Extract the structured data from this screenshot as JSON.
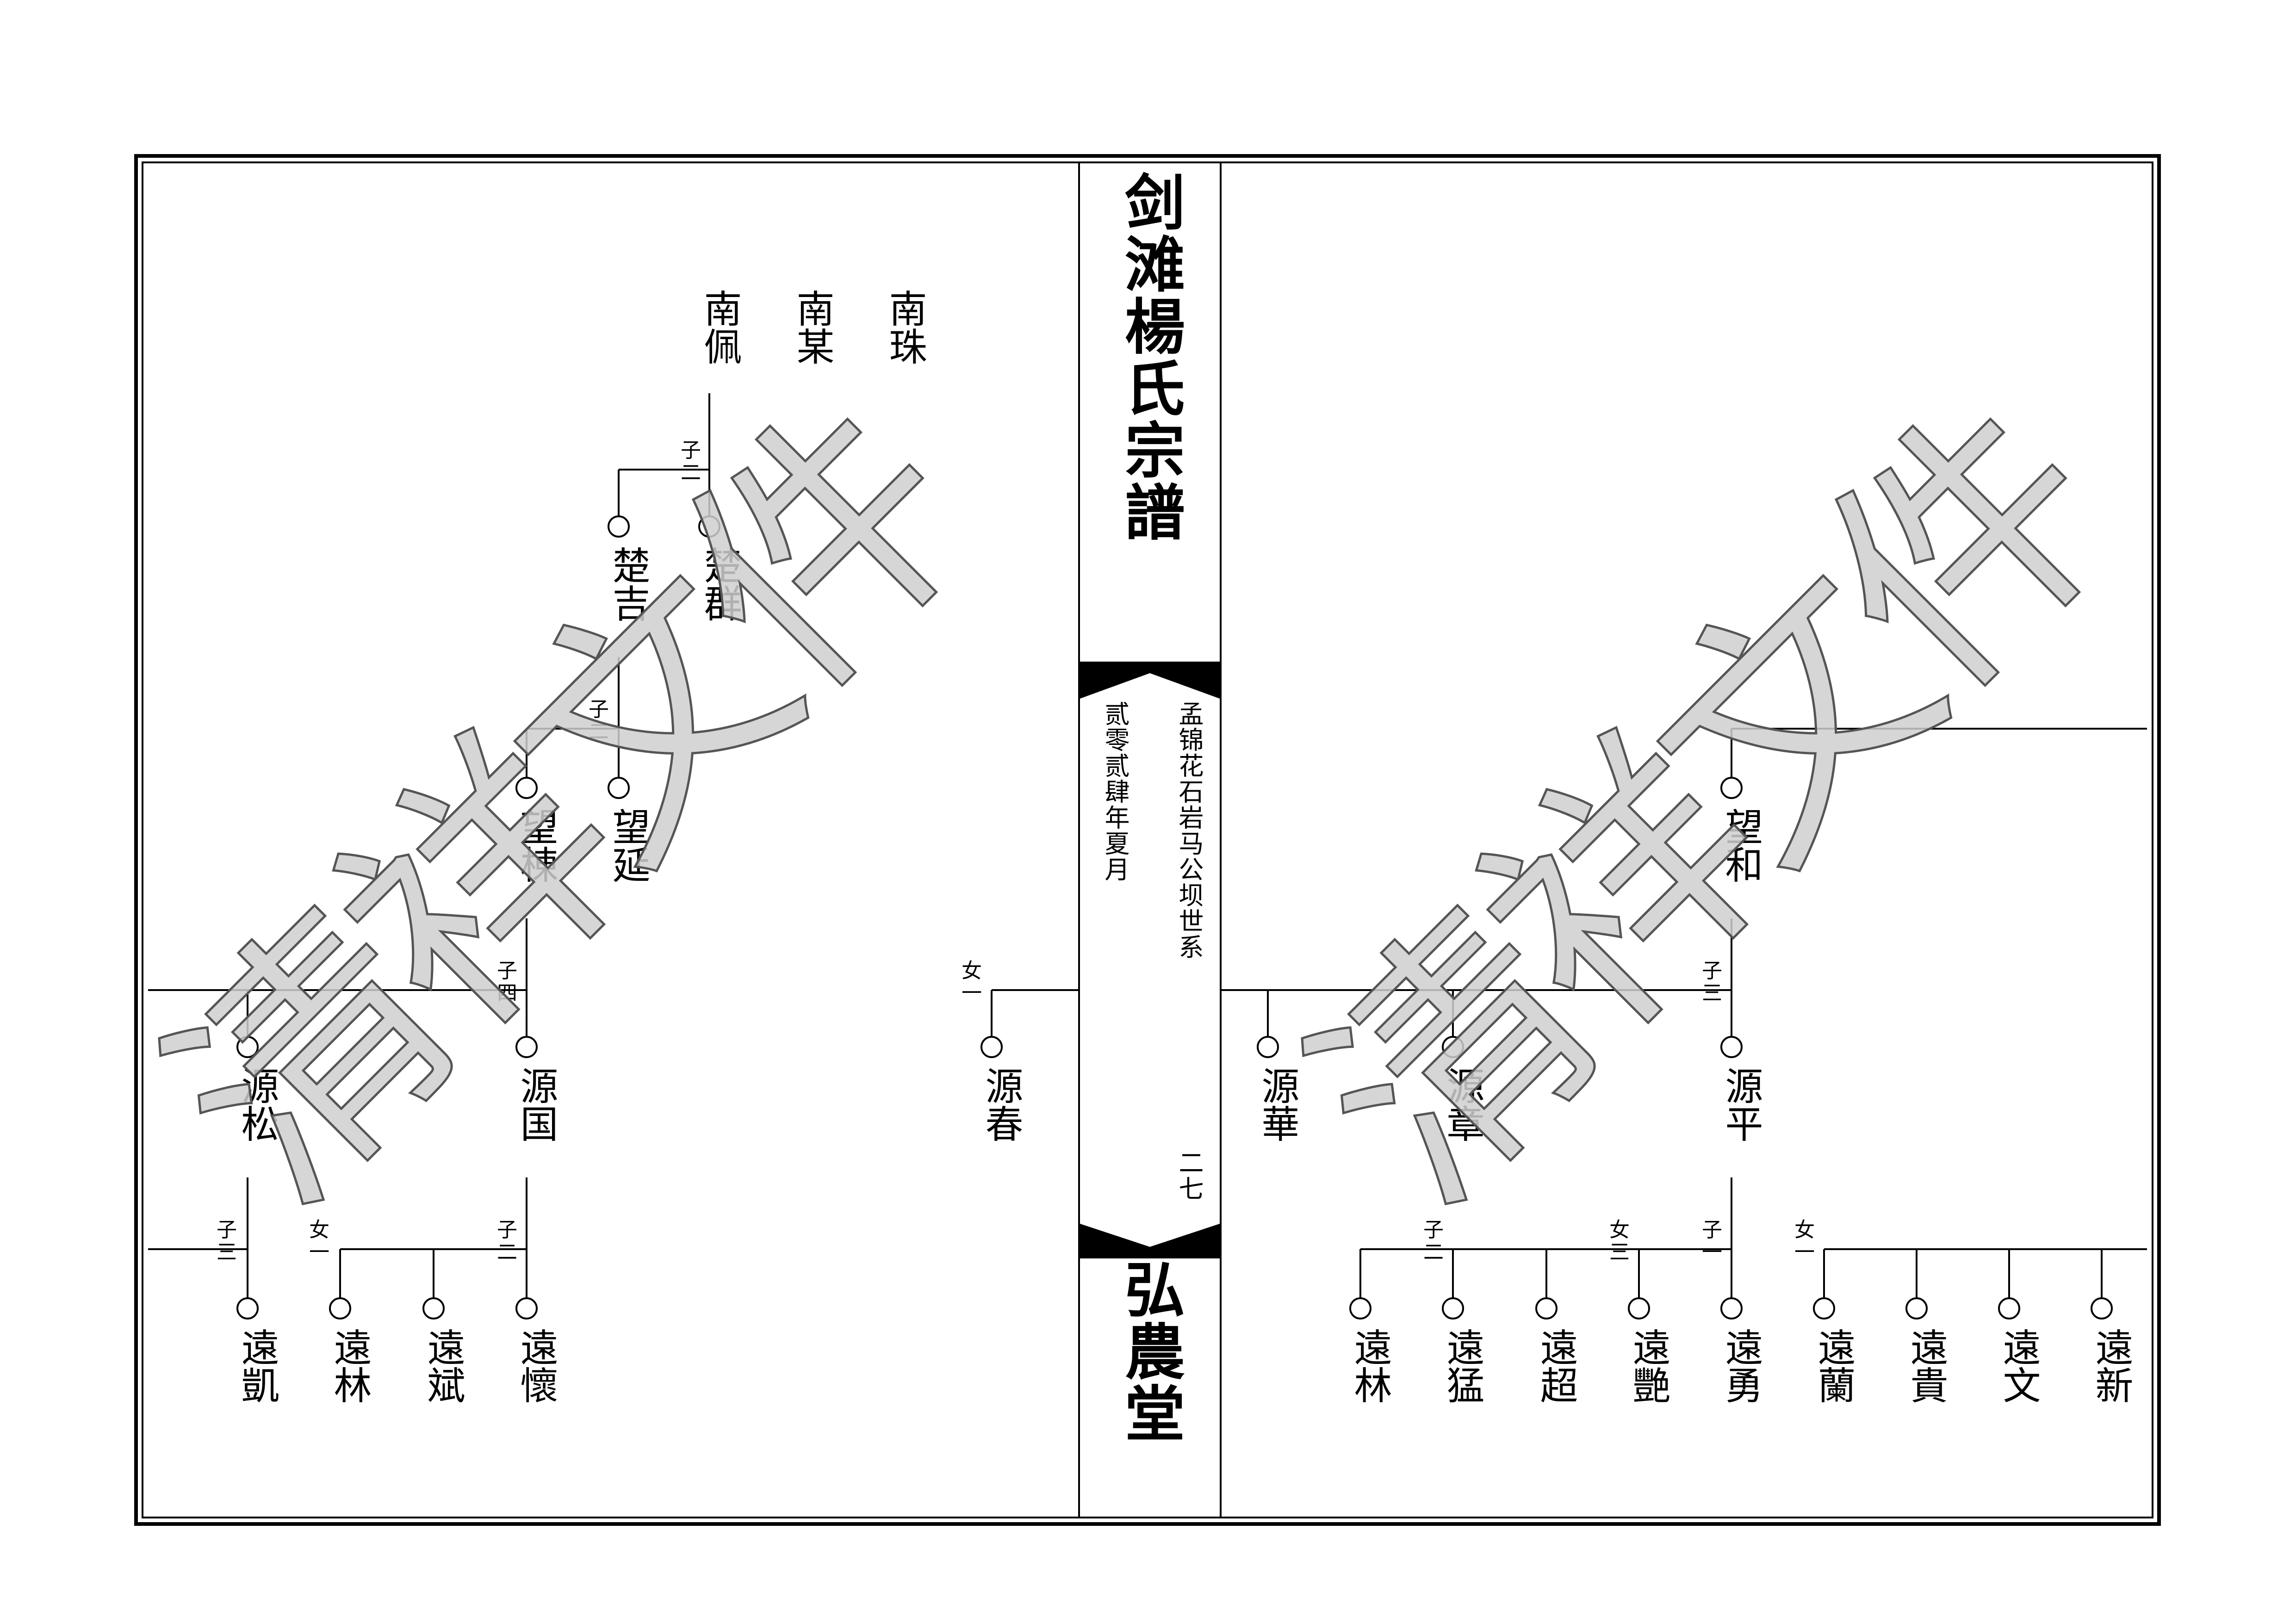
{
  "spine": {
    "title": "剑滩楊氏宗譜",
    "hall": "弘農堂",
    "branch": "孟锦花石岩马公坝世系",
    "date": "贰零贰肆年夏月",
    "page": "二七"
  },
  "watermark": "清祥文件",
  "left": {
    "top_names": [
      "南珠",
      "南某",
      "南佩"
    ],
    "labels": {
      "l_chu": [
        "子",
        "二"
      ],
      "l_wang": [
        "子",
        "二"
      ],
      "l_yuan": [
        "子",
        "四"
      ],
      "l_kai": [
        "子",
        "三"
      ],
      "l_nv1": [
        "女",
        "一"
      ],
      "l_huai": [
        "子",
        "二"
      ]
    },
    "gen2": [
      "楚群",
      "楚吉"
    ],
    "gen3": [
      "望延",
      "望棟"
    ],
    "gen4": [
      "源国",
      "源松"
    ],
    "gen5": [
      "遠懷",
      "遠斌",
      "遠林",
      "遠凱"
    ]
  },
  "center": {
    "label": [
      "女",
      "一"
    ],
    "name": "源春"
  },
  "right": {
    "gen3": [
      "望和"
    ],
    "gen4": [
      "源平",
      "源章",
      "源華"
    ],
    "labels": {
      "r_ping": [
        "子",
        "三"
      ],
      "r_nv1": [
        "女",
        "一"
      ],
      "r_yong": [
        "子",
        "一"
      ],
      "r_nv3": [
        "女",
        "三"
      ],
      "r_meng": [
        "子",
        "二"
      ]
    },
    "gen5": [
      "遠新",
      "遠文",
      "遠貴",
      "遠蘭",
      "遠勇",
      "遠艷",
      "遠超",
      "遠猛",
      "遠林"
    ]
  }
}
